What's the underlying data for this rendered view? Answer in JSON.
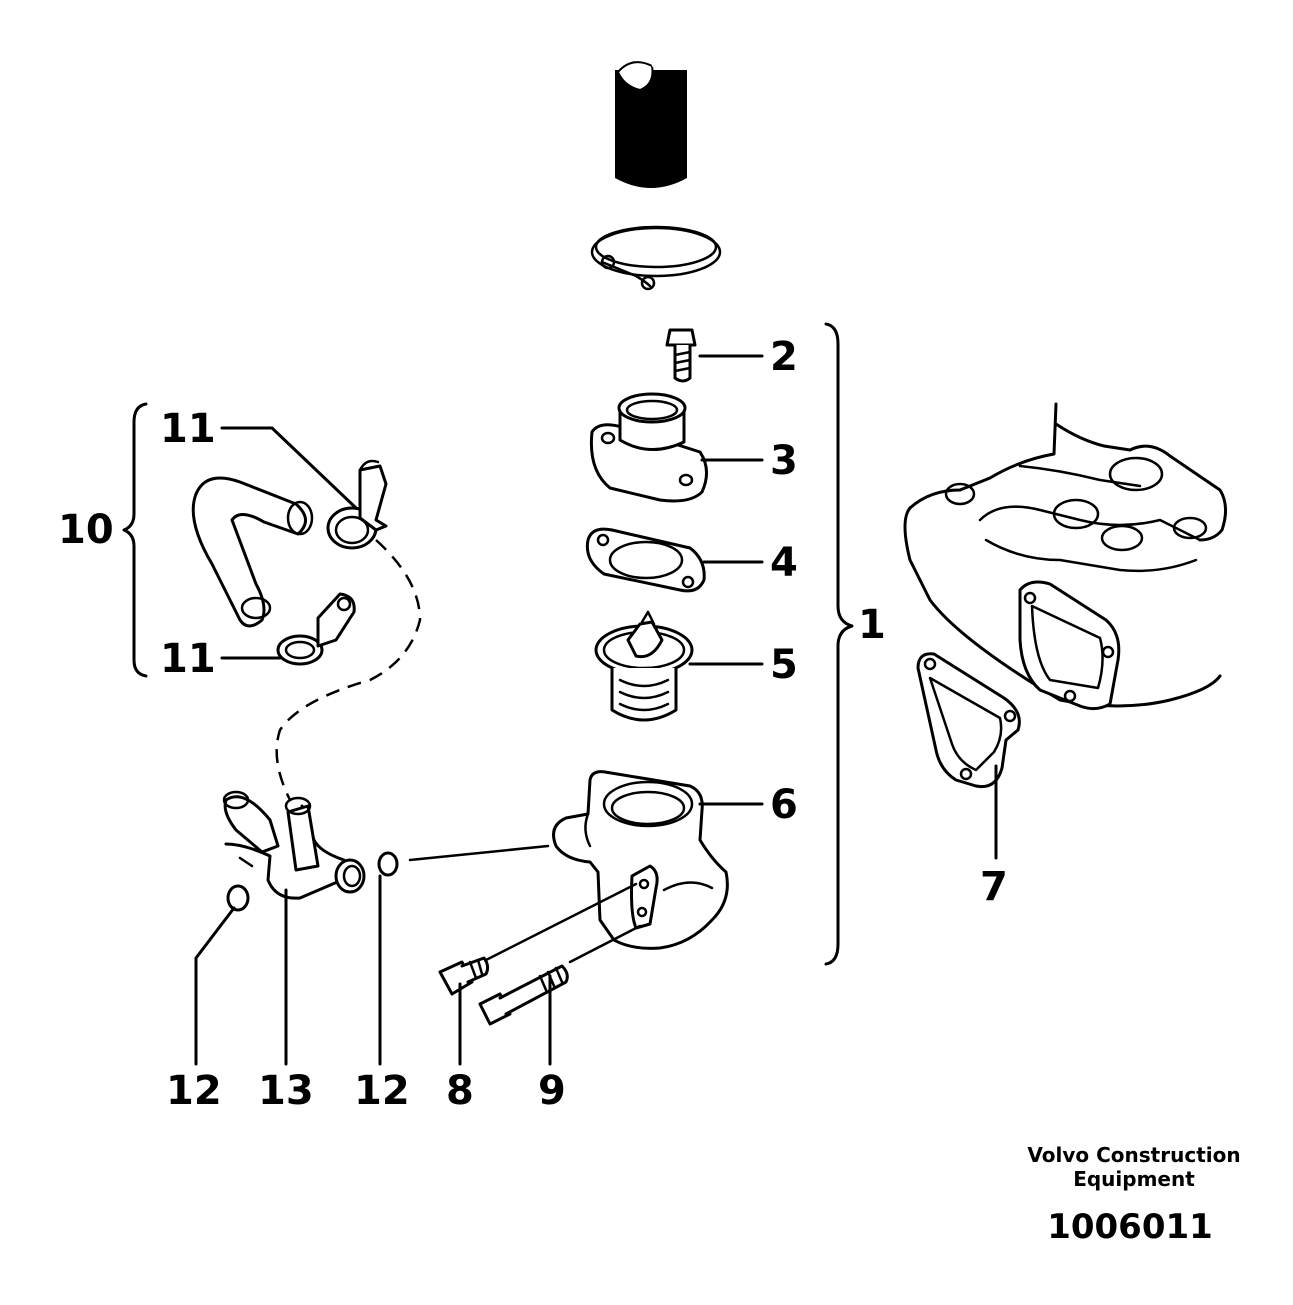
{
  "callouts": {
    "c1": "1",
    "c2": "2",
    "c3": "3",
    "c4": "4",
    "c5": "5",
    "c6": "6",
    "c7": "7",
    "c8": "8",
    "c9": "9",
    "c10": "10",
    "c11_top": "11",
    "c11_bottom": "11",
    "c12_left": "12",
    "c12_right": "12",
    "c13": "13"
  },
  "brand": {
    "line1": "Volvo Construction",
    "line2": "Equipment"
  },
  "document_number": "1006011"
}
